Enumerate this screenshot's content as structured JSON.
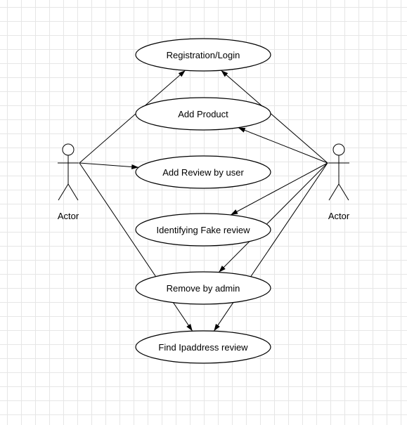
{
  "actors": [
    {
      "id": "left",
      "label": "Actor"
    },
    {
      "id": "right",
      "label": "Actor"
    }
  ],
  "use_cases": [
    {
      "id": "uc1",
      "label": "Registration/Login"
    },
    {
      "id": "uc2",
      "label": "Add Product"
    },
    {
      "id": "uc3",
      "label": "Add Review by user"
    },
    {
      "id": "uc4",
      "label": "Identifying Fake review"
    },
    {
      "id": "uc5",
      "label": "Remove by admin"
    },
    {
      "id": "uc6",
      "label": "Find Ipaddress review"
    }
  ],
  "associations": [
    {
      "from": "left",
      "to": "uc1"
    },
    {
      "from": "left",
      "to": "uc3"
    },
    {
      "from": "left",
      "to": "uc6"
    },
    {
      "from": "right",
      "to": "uc1"
    },
    {
      "from": "right",
      "to": "uc2"
    },
    {
      "from": "right",
      "to": "uc4"
    },
    {
      "from": "right",
      "to": "uc5"
    },
    {
      "from": "right",
      "to": "uc6"
    }
  ]
}
